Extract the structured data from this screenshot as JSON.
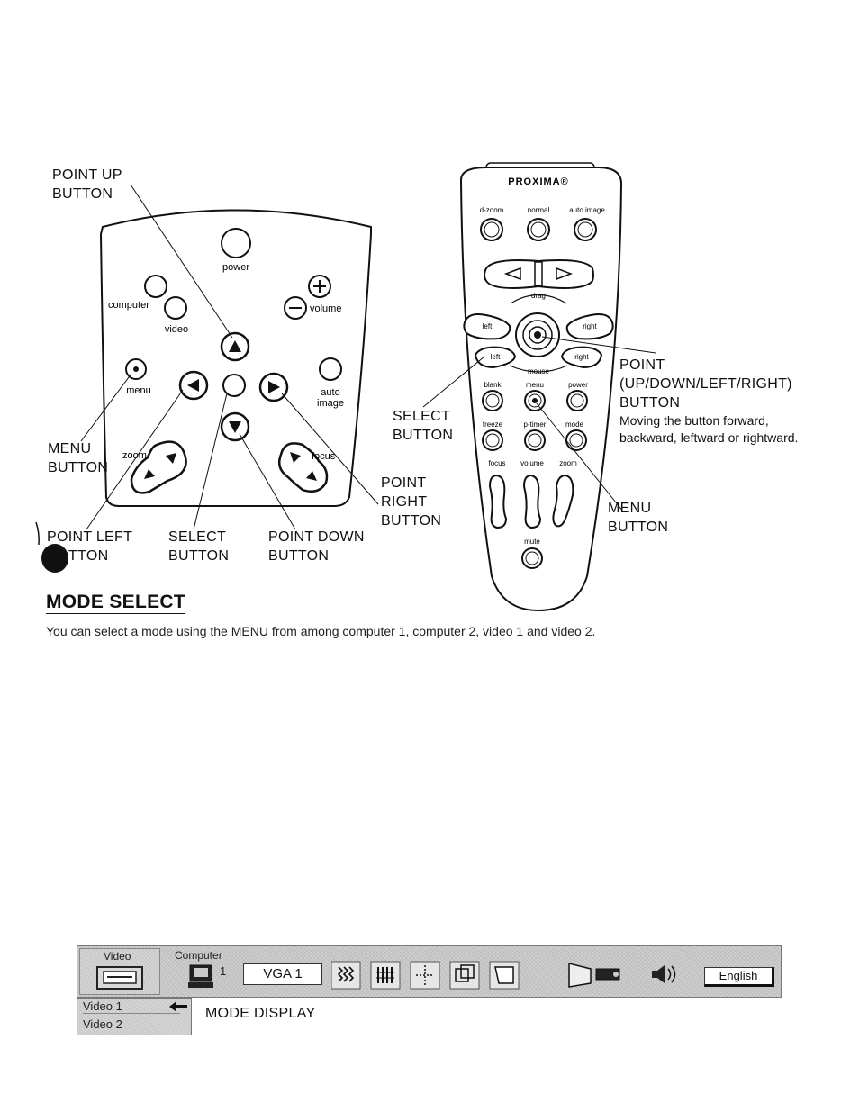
{
  "left_remote": {
    "buttons": {
      "power": "power",
      "computer": "computer",
      "video": "video",
      "volume": "volume",
      "menu": "menu",
      "auto_line1": "auto",
      "auto_line2": "image",
      "zoom": "zoom",
      "focus": "focus"
    },
    "callouts": {
      "point_up_1": "POINT UP",
      "point_up_2": "BUTTON",
      "menu_1": "MENU",
      "menu_2": "BUTTON",
      "point_left_1": "POINT LEFT",
      "point_left_2": "TTON",
      "select_1": "SELECT",
      "select_2": "BUTTON",
      "point_down_1": "POINT DOWN",
      "point_down_2": "BUTTON",
      "point_right_1": "POINT",
      "point_right_2": "RIGHT",
      "point_right_3": "BUTTON"
    }
  },
  "right_remote": {
    "brand": "PROXIMA®",
    "buttons": {
      "dzoom": "d-zoom",
      "normal": "normal",
      "auto_image": "auto image",
      "drag": "drag",
      "left": "left",
      "right": "right",
      "mouse": "mouse",
      "mouse_left": "left",
      "mouse_right": "right",
      "blank": "blank",
      "menu": "menu",
      "power": "power",
      "freeze": "freeze",
      "ptimer": "p-timer",
      "mode": "mode",
      "focus": "focus",
      "volume": "volume",
      "zoom": "zoom",
      "mute": "mute"
    },
    "callouts": {
      "point_1": "POINT",
      "point_2": "(UP/DOWN/LEFT/RIGHT)",
      "point_3": "BUTTON",
      "point_desc_1": "Moving the button forward,",
      "point_desc_2": "backward, leftward or rightward.",
      "select_1": "SELECT",
      "select_2": "BUTTON",
      "menu_1": "MENU",
      "menu_2": "BUTTON"
    }
  },
  "section": {
    "heading": "MODE SELECT",
    "text": "You can select a mode using the MENU from among computer 1, computer 2, video 1 and video 2."
  },
  "menu_bar": {
    "tab_video": "Video",
    "tab_computer": "Computer",
    "computer_number": "1",
    "mode_field": "VGA 1",
    "language": "English"
  },
  "submenu": {
    "items": [
      "Video 1",
      "Video 2"
    ]
  },
  "mode_display_label": "MODE DISPLAY"
}
